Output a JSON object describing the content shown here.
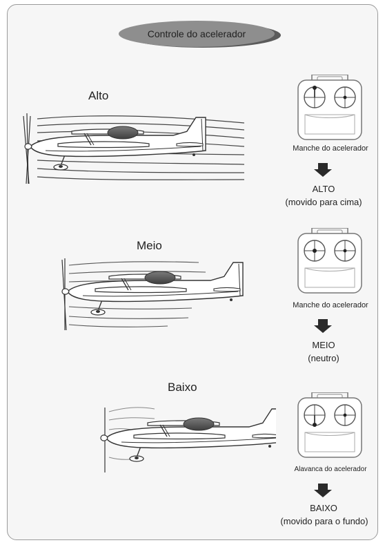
{
  "title": "Controle do acelerador",
  "sections": [
    {
      "label": "Alto",
      "stick_caption": "Manche do acelerador",
      "position": "ALTO",
      "position_note": "(movido para cima)",
      "stick_level": 1.0
    },
    {
      "label": "Meio",
      "stick_caption": "Manche do acelerador",
      "position": "MEIO",
      "position_note": "(neutro)",
      "stick_level": 0.5
    },
    {
      "label": "Baixo",
      "stick_caption": "Alavanca do acelerador",
      "position": "BAIXO",
      "position_note": "(movido para o fundo)",
      "stick_level": 0.0
    }
  ],
  "colors": {
    "title_pill": "#8e8e8e",
    "title_pill_shadow": "#5b5b5b",
    "arrow": "#2a2a2a",
    "canopy": "#5a5a5a"
  },
  "icons": [
    "airplane-icon",
    "transmitter-icon",
    "arrow-down-icon"
  ]
}
